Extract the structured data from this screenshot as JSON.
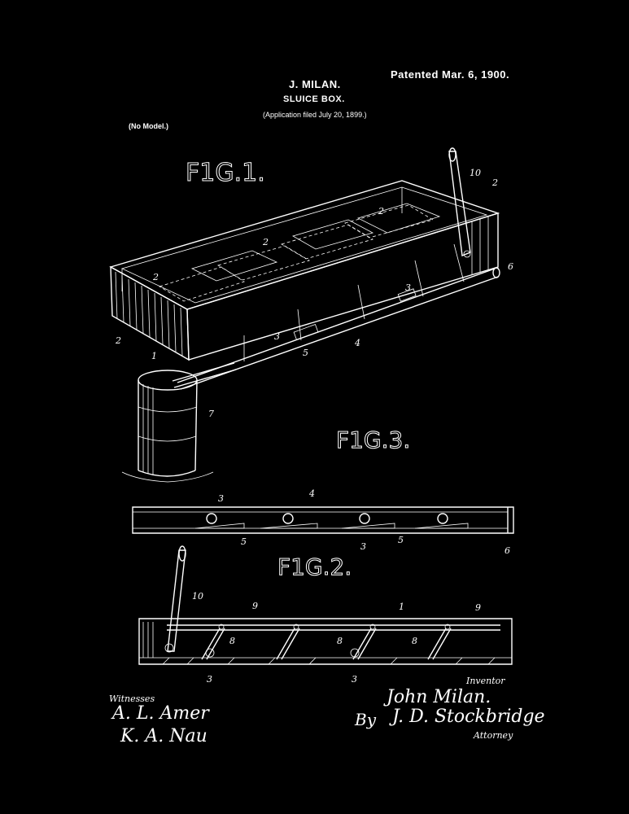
{
  "header": {
    "inventor": "J. MILAN.",
    "title": "SLUICE BOX.",
    "application": "(Application filed July 20, 1899.)",
    "patented": "Patented Mar. 6, 1900.",
    "model": "(No Model.)"
  },
  "figures": {
    "fig1": "F1G.1.",
    "fig2": "F1G.2.",
    "fig3": "F1G.3."
  },
  "reference_numerals": {
    "n1": "1",
    "n2": "2",
    "n3": "3",
    "n4": "4",
    "n5": "5",
    "n6": "6",
    "n7": "7",
    "n8": "8",
    "n9": "9",
    "n10": "10"
  },
  "signatures": {
    "witnesses_label": "Witnesses",
    "witness1": "A. L. Amer",
    "witness2": "K. A. Nau",
    "inventor_label": "Inventor",
    "inventor_name": "John Milan.",
    "by": "By",
    "attorney_name": "J. D. Stockbridge",
    "attorney_label": "Attorney"
  }
}
